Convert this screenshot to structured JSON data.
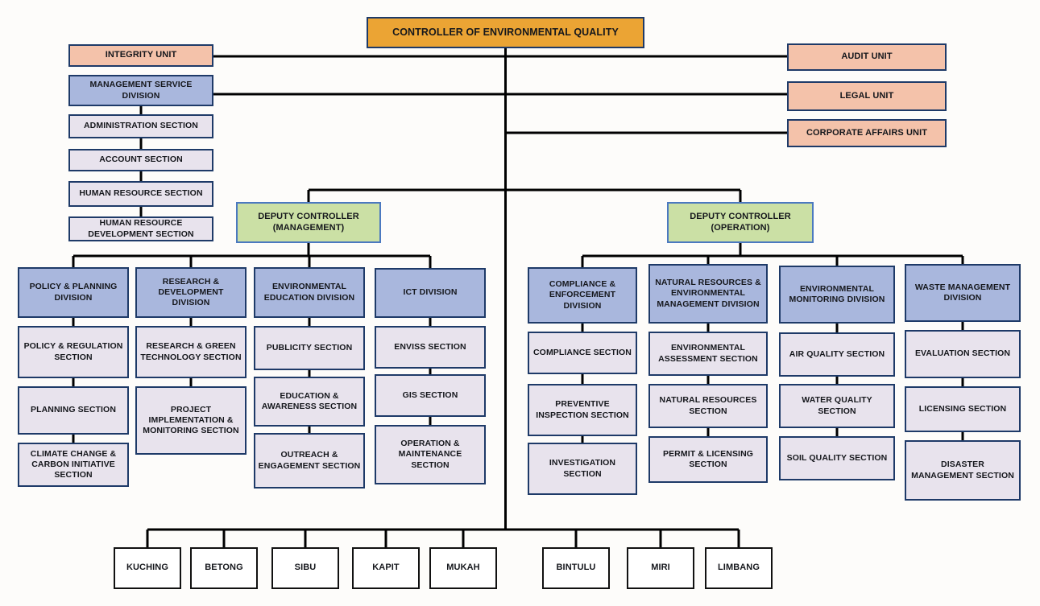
{
  "root": {
    "label": "CONTROLLER OF ENVIRONMENTAL QUALITY"
  },
  "units": {
    "integrity": "INTEGRITY UNIT",
    "audit": "AUDIT UNIT",
    "legal": "LEGAL UNIT",
    "corporate": "CORPORATE AFFAIRS UNIT"
  },
  "management_service": {
    "division": "MANAGEMENT SERVICE DIVISION",
    "sections": [
      "ADMINISTRATION SECTION",
      "ACCOUNT SECTION",
      "HUMAN RESOURCE SECTION",
      "HUMAN RESOURCE DEVELOPMENT SECTION"
    ]
  },
  "deputies": [
    {
      "label": "DEPUTY CONTROLLER (MANAGEMENT)",
      "divisions": [
        {
          "name": "POLICY & PLANNING DIVISION",
          "sections": [
            "POLICY & REGULATION SECTION",
            "PLANNING SECTION",
            "CLIMATE CHANGE & CARBON INITIATIVE SECTION"
          ]
        },
        {
          "name": "RESEARCH & DEVELOPMENT DIVISION",
          "sections": [
            "RESEARCH & GREEN TECHNOLOGY SECTION",
            "PROJECT IMPLEMENTATION & MONITORING SECTION"
          ]
        },
        {
          "name": "ENVIRONMENTAL EDUCATION DIVISION",
          "sections": [
            "PUBLICITY SECTION",
            "EDUCATION & AWARENESS SECTION",
            "OUTREACH & ENGAGEMENT SECTION"
          ]
        },
        {
          "name": "ICT DIVISION",
          "sections": [
            "ENVISS SECTION",
            "GIS SECTION",
            "OPERATION & MAINTENANCE SECTION"
          ]
        }
      ]
    },
    {
      "label": "DEPUTY CONTROLLER (OPERATION)",
      "divisions": [
        {
          "name": "COMPLIANCE & ENFORCEMENT DIVISION",
          "sections": [
            "COMPLIANCE SECTION",
            "PREVENTIVE INSPECTION SECTION",
            "INVESTIGATION SECTION"
          ]
        },
        {
          "name": "NATURAL RESOURCES & ENVIRONMENTAL MANAGEMENT DIVISION",
          "sections": [
            "ENVIRONMENTAL ASSESSMENT SECTION",
            "NATURAL RESOURCES SECTION",
            "PERMIT & LICENSING SECTION"
          ]
        },
        {
          "name": "ENVIRONMENTAL MONITORING DIVISION",
          "sections": [
            "AIR QUALITY SECTION",
            "WATER QUALITY SECTION",
            "SOIL QUALITY SECTION"
          ]
        },
        {
          "name": "WASTE MANAGEMENT DIVISION",
          "sections": [
            "EVALUATION SECTION",
            "LICENSING SECTION",
            "DISASTER MANAGEMENT SECTION"
          ]
        }
      ]
    }
  ],
  "regional_offices": [
    "KUCHING",
    "BETONG",
    "SIBU",
    "KAPIT",
    "MUKAH",
    "BINTULU",
    "MIRI",
    "LIMBANG"
  ],
  "colors": {
    "controller_fill": "#EBA434",
    "unit_fill": "#F4C2AA",
    "division_fill": "#A9B7DD",
    "section_fill": "#E8E3ED",
    "deputy_fill": "#CBE0A5",
    "office_fill": "#FFFFFF",
    "box_border": "#1E3A68",
    "deputy_border": "#4B79C0",
    "connector_line": "#000000"
  }
}
